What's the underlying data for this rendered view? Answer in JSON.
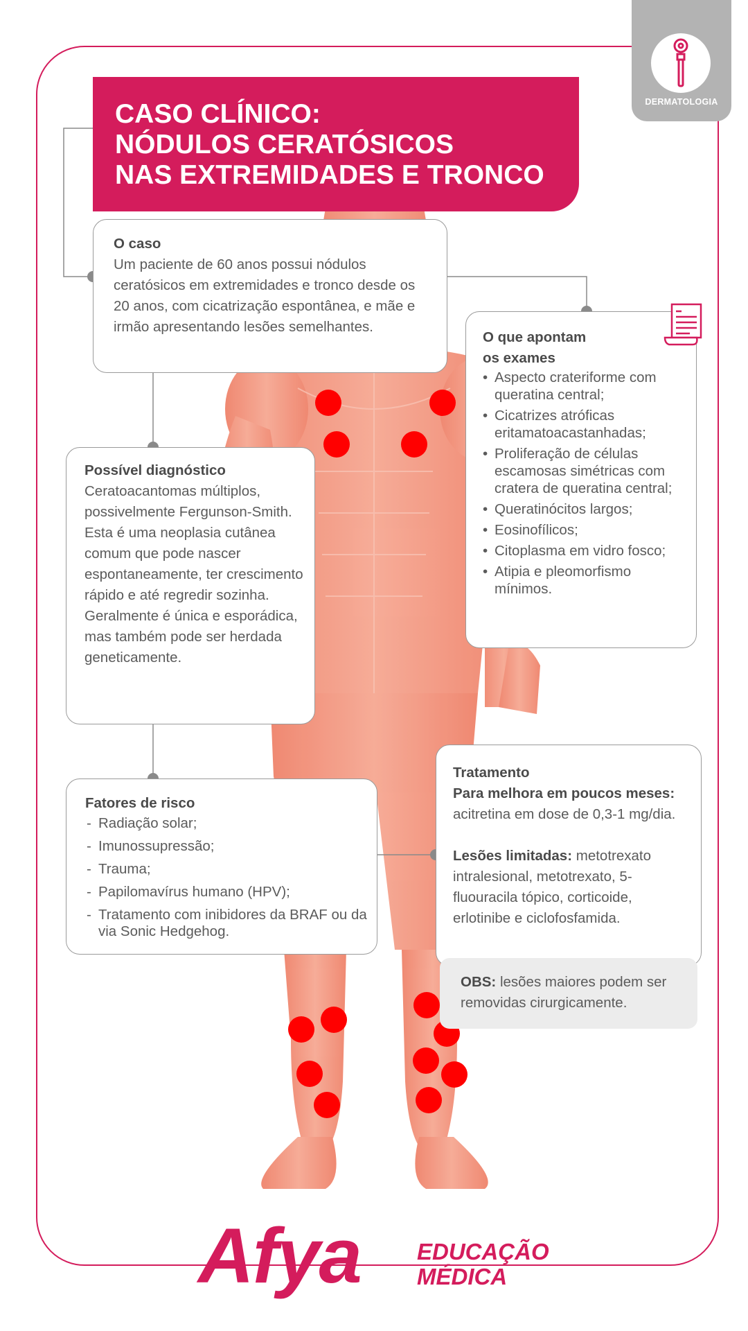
{
  "badge": {
    "label": "DERMATOLOGIA",
    "icon": "dermatoscope-icon"
  },
  "title": {
    "line1": "CASO CLÍNICO:",
    "line2": "NÓDULOS CERATÓSICOS",
    "line3": "NAS EXTREMIDADES E TRONCO"
  },
  "caso": {
    "heading": "O caso",
    "text": "Um paciente de 60 anos possui nódulos ceratósicos em extremidades e tronco desde os 20 anos, com cicatrização espontânea, e mãe e irmão apresentando lesões semelhantes."
  },
  "exames": {
    "heading_line1": "O que apontam",
    "heading_line2": "os exames",
    "icon": "document-icon",
    "items": [
      "Aspecto crateriforme com queratina central;",
      "Cicatrizes atróficas eritamatoacastanhadas;",
      "Proliferação de células escamosas simétricas com cratera de queratina central;",
      "Queratinócitos largos;",
      "Eosinofílicos;",
      "Citoplasma em vidro fosco;",
      "Atipia e pleomorfismo mínimos."
    ]
  },
  "diagnostico": {
    "heading": "Possível diagnóstico",
    "text": "Ceratoacantomas múltiplos, possivelmente Fergunson-Smith. Esta é uma neoplasia cutânea comum que pode nascer espontaneamente, ter crescimento rápido e até regredir sozinha. Geralmente é única e esporádica, mas também pode ser herdada geneticamente."
  },
  "fatores": {
    "heading": "Fatores de risco",
    "items": [
      "Radiação solar;",
      "Imunossupressão;",
      "Trauma;",
      "Papilomavírus humano (HPV);",
      "Tratamento com inibidores da BRAF ou da via Sonic Hedgehog."
    ]
  },
  "tratamento": {
    "heading": "Tratamento",
    "p1_bold": "Para melhora em poucos meses:",
    "p1_text": " acitretina em dose de 0,3-1 mg/dia.",
    "p2_bold": "Lesões limitadas:",
    "p2_text": " metotrexato intralesional, metotrexato, 5-fluouracila tópico, corticoide, erlotinibe e ciclofosfamida."
  },
  "obs": {
    "bold": "OBS:",
    "text": " lesões maiores podem ser removidas cirurgicamente."
  },
  "logo": {
    "brand": "Afya",
    "line1": "EDUCAÇÃO",
    "line2": "MÉDICA"
  },
  "colors": {
    "brand": "#d41c5c",
    "lesion": "#ff0000",
    "muscle": "#f08a70",
    "badge": "#b3b3b3"
  }
}
